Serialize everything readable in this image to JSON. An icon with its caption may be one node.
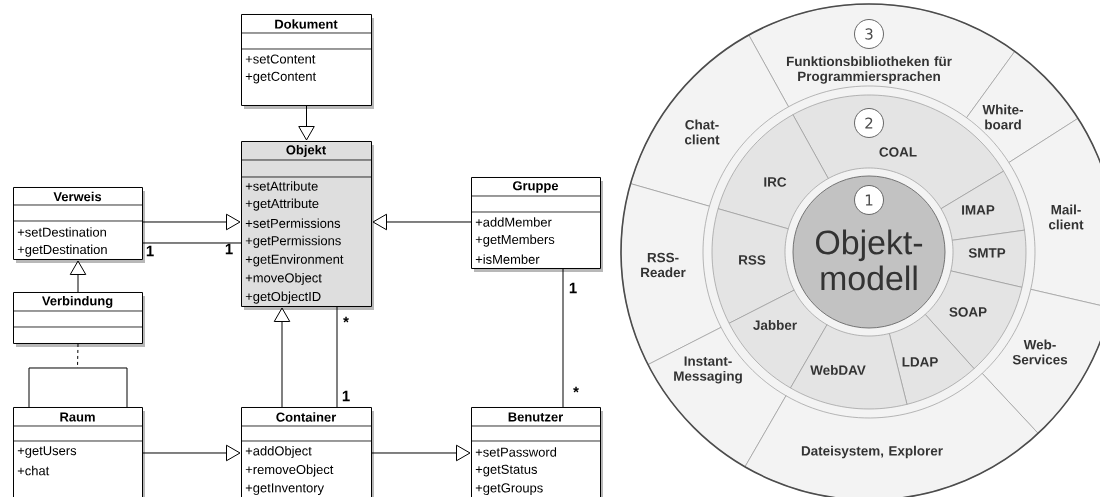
{
  "diagram": {
    "nodes": [
      {
        "text": [
          "Dokument",
          "+setContent",
          "+getContent"
        ]
      },
      {
        "text": [
          "Objekt",
          "+setAttribute",
          "+getAttribute",
          "+setPermissions",
          "+getPermissions",
          "+getEnvironment",
          "+moveObject",
          "+getObjectID"
        ]
      },
      {
        "text": [
          "Verweis",
          "+setDestination",
          "+getDestination"
        ]
      },
      {
        "text": [
          "Gruppe",
          "+addMember",
          "+getMembers",
          "+isMember"
        ]
      },
      {
        "text": [
          "Verbindung"
        ]
      },
      {
        "text": [
          "Raum",
          "+getUsers",
          "+chat"
        ]
      },
      {
        "text": [
          "Container",
          "+addObject",
          "+removeObject",
          "+getInventory"
        ]
      },
      {
        "text": [
          "Benutzer",
          "+setPassword",
          "+getStatus",
          "+getGroups"
        ]
      },
      {
        "text": [
          "Funktionsbibliotheken für Programmiersprachen"
        ]
      },
      {
        "text": [
          "3"
        ],
        "in": 8
      },
      {
        "text": [
          "Chat- client"
        ]
      },
      {
        "text": [
          "White- board"
        ]
      },
      {
        "text": [
          "Mail- client"
        ]
      },
      {
        "text": [
          "RSS- Reader"
        ]
      },
      {
        "text": [
          "Web- Services"
        ]
      },
      {
        "text": [
          "Instant- Messaging"
        ]
      },
      {
        "text": [
          "Dateisystem, Explorer"
        ]
      },
      {
        "text": [
          "COAL"
        ]
      },
      {
        "text": [
          "2"
        ],
        "in": 17
      },
      {
        "text": [
          "IRC"
        ]
      },
      {
        "text": [
          "IMAP"
        ]
      },
      {
        "text": [
          "SMTP"
        ]
      },
      {
        "text": [
          "RSS"
        ]
      },
      {
        "text": [
          "SOAP"
        ]
      },
      {
        "text": [
          "Jabber"
        ]
      },
      {
        "text": [
          "LDAP"
        ]
      },
      {
        "text": [
          "WebDAV"
        ]
      },
      {
        "text": [
          "Objekt- modell"
        ]
      },
      {
        "text": [
          "1"
        ],
        "in": 27
      }
    ],
    "edges": [
      {
        "from": 0,
        "to": 1,
        "arrow": "to"
      },
      {
        "from": 2,
        "to": 1,
        "arrow": "to"
      },
      {
        "from": 2,
        "to": 1,
        "arrow": "none"
      },
      {
        "from": 3,
        "to": 1,
        "arrow": "to"
      },
      {
        "from": 4,
        "to": 2,
        "arrow": "to"
      },
      {
        "from": 5,
        "to": 5,
        "arrow": "none"
      },
      {
        "from": 4,
        "to": null,
        "arrow": "none",
        "style": "dashed"
      },
      {
        "from": 6,
        "to": 1,
        "arrow": "to"
      },
      {
        "from": 6,
        "to": 1,
        "arrow": "none"
      },
      {
        "from": 5,
        "to": 6,
        "arrow": "to"
      },
      {
        "from": 6,
        "to": 7,
        "arrow": "to"
      },
      {
        "from": 3,
        "to": 7,
        "arrow": "none"
      }
    ],
    "labels": [
      "1",
      "1",
      "1",
      "*",
      "*",
      "1"
    ]
  }
}
